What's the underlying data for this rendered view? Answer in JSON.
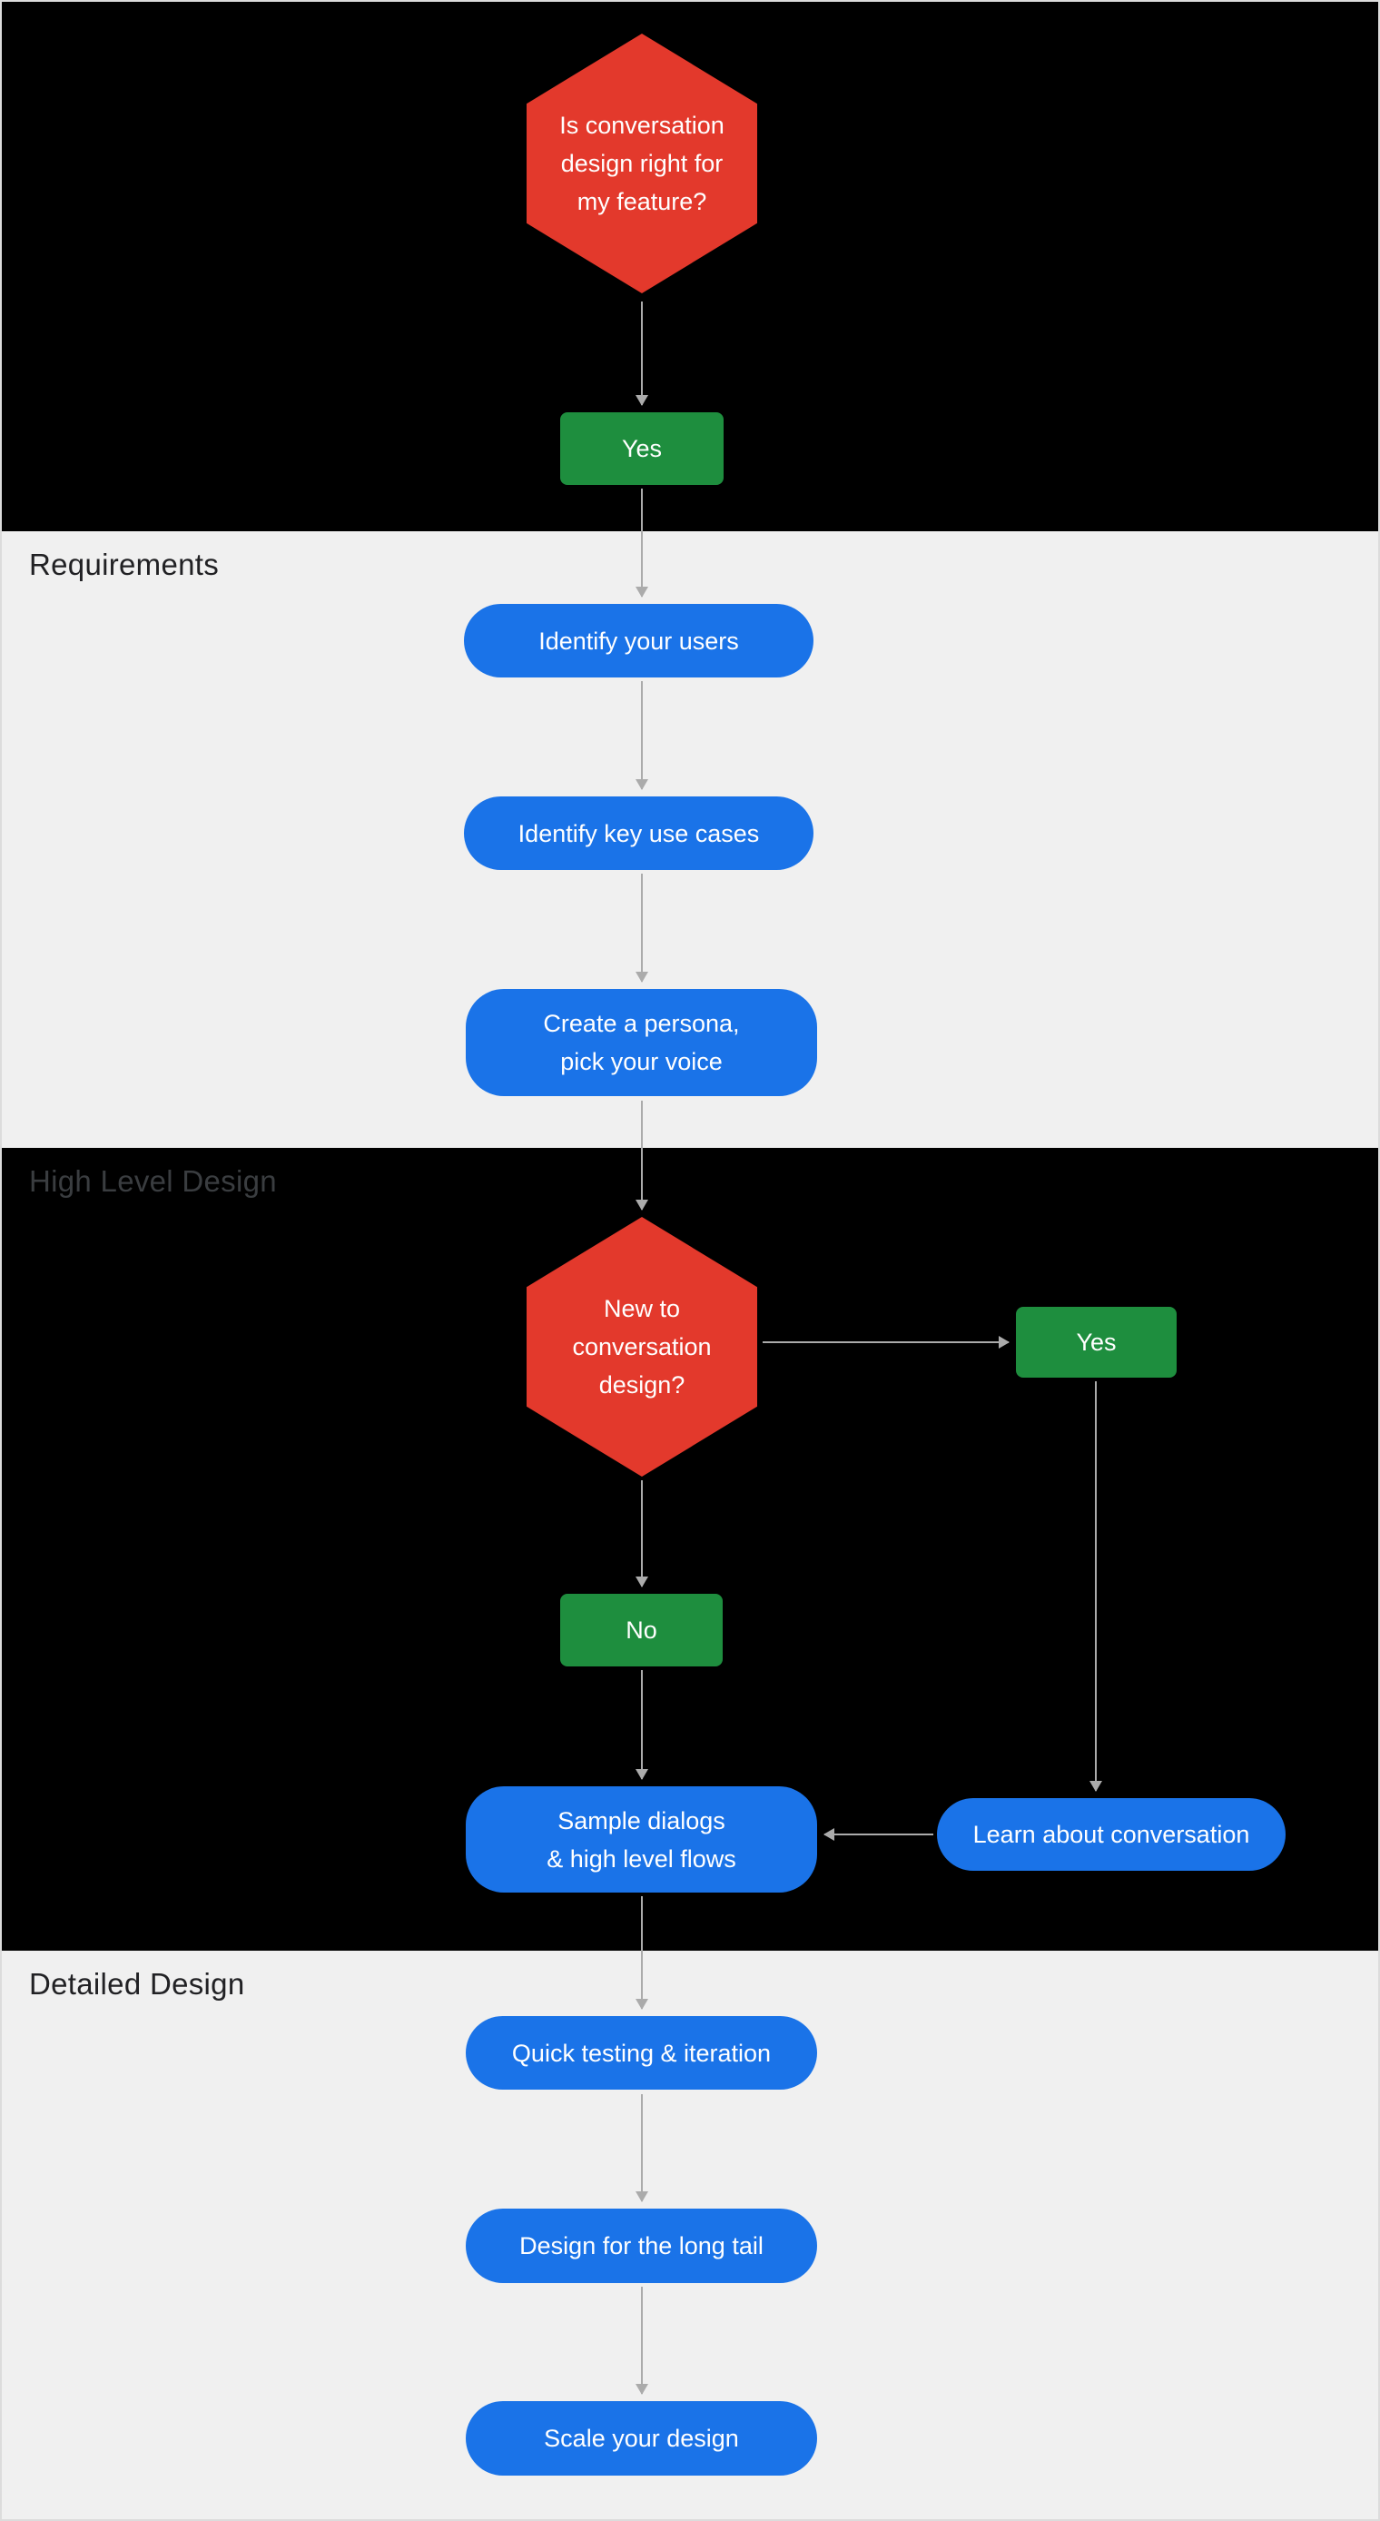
{
  "colors": {
    "dark_section_bg": "#000000",
    "light_section_bg": "#f0f0f0",
    "decision_red": "#e3392c",
    "answer_green": "#1e8e3e",
    "step_blue": "#1a73e8",
    "arrow": "#ababab",
    "section_label_light": "#212124",
    "section_label_dark": "#3a3d40",
    "node_text": "#ffffff"
  },
  "sections": {
    "intro": {
      "label": ""
    },
    "requirements": {
      "label": "Requirements"
    },
    "high_level_design": {
      "label": "High Level Design"
    },
    "detailed_design": {
      "label": "Detailed Design"
    }
  },
  "nodes": {
    "decision_start": {
      "type": "decision",
      "lines": [
        "Is conversation",
        "design right for",
        "my feature?"
      ]
    },
    "answer_start_yes": {
      "type": "answer",
      "label": "Yes"
    },
    "identify_users": {
      "type": "step",
      "label": "Identify your users"
    },
    "identify_use_cases": {
      "type": "step",
      "label": "Identify key use cases"
    },
    "create_persona": {
      "type": "step",
      "lines": [
        "Create a persona,",
        "pick your voice"
      ]
    },
    "decision_new_to_cd": {
      "type": "decision",
      "lines": [
        "New to",
        "conversation",
        "design?"
      ]
    },
    "answer_new_yes": {
      "type": "answer",
      "label": "Yes"
    },
    "answer_new_no": {
      "type": "answer",
      "label": "No"
    },
    "sample_dialogs": {
      "type": "step",
      "lines": [
        "Sample dialogs",
        "& high level flows"
      ]
    },
    "learn_conversation": {
      "type": "step",
      "label": "Learn about conversation"
    },
    "quick_testing": {
      "type": "step",
      "label": "Quick testing & iteration"
    },
    "long_tail": {
      "type": "step",
      "label": "Design for the long tail"
    },
    "scale_design": {
      "type": "step",
      "label": "Scale your design"
    }
  }
}
